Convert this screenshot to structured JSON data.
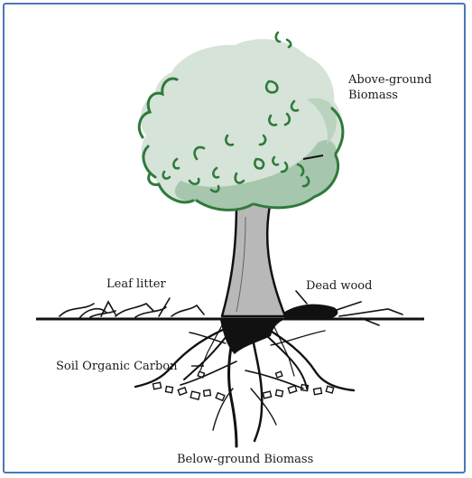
{
  "labels": {
    "above_ground_line1": "Above-ground",
    "above_ground_line2": "Biomass",
    "leaf_litter": "Leaf litter",
    "dead_wood": "Dead wood",
    "soil_organic_carbon": "Soil Organic Carbon",
    "below_ground": "Below-ground Biomass"
  },
  "colors": {
    "frame": "#4a78b8",
    "canopy_light": "#d5e3d8",
    "canopy_mid": "#a6c6ad",
    "canopy_outline": "#2f7a3a",
    "trunk": "#b8b8b8",
    "ink": "#111111"
  }
}
